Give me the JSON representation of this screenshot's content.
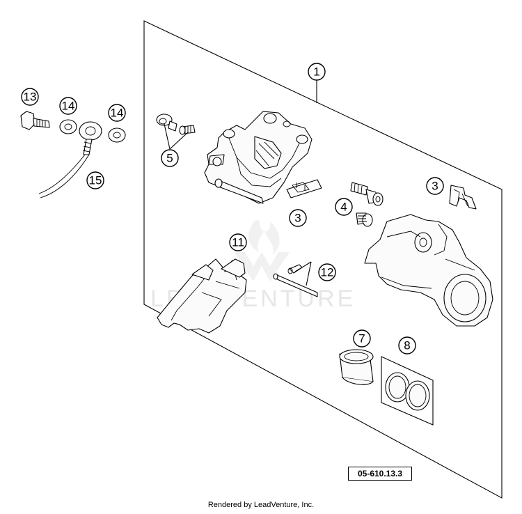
{
  "callouts": {
    "c1": "1",
    "c3a": "3",
    "c3b": "3",
    "c4": "4",
    "c5": "5",
    "c7": "7",
    "c8": "8",
    "c11": "11",
    "c12": "12",
    "c13": "13",
    "c14a": "14",
    "c14b": "14",
    "c15": "15"
  },
  "watermark": "LEADVENTURE",
  "reference_code": "05-610.13.3",
  "footer": "Rendered by LeadVenture, Inc."
}
